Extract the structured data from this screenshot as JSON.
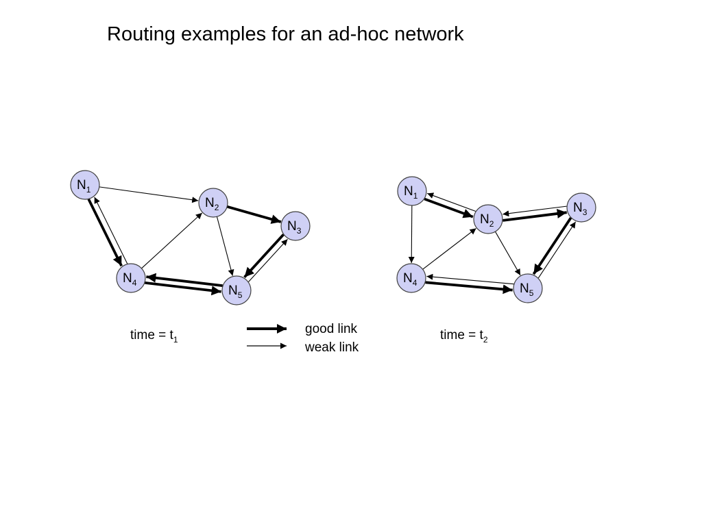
{
  "title": "Routing examples for an ad-hoc network",
  "node_label_prefix": "N",
  "diagrams": [
    {
      "caption_main": "time = t",
      "caption_sub": "1",
      "nodes": [
        {
          "id": "1",
          "label": "1"
        },
        {
          "id": "2",
          "label": "2"
        },
        {
          "id": "3",
          "label": "3"
        },
        {
          "id": "4",
          "label": "4"
        },
        {
          "id": "5",
          "label": "5"
        }
      ],
      "links": [
        {
          "from": "1",
          "to": "2",
          "quality": "weak"
        },
        {
          "from": "1",
          "to": "4",
          "quality": "good"
        },
        {
          "from": "4",
          "to": "1",
          "quality": "weak"
        },
        {
          "from": "4",
          "to": "2",
          "quality": "weak"
        },
        {
          "from": "2",
          "to": "3",
          "quality": "good"
        },
        {
          "from": "2",
          "to": "5",
          "quality": "weak"
        },
        {
          "from": "3",
          "to": "5",
          "quality": "good"
        },
        {
          "from": "5",
          "to": "3",
          "quality": "weak"
        },
        {
          "from": "5",
          "to": "4",
          "quality": "good"
        },
        {
          "from": "4",
          "to": "5",
          "quality": "good"
        }
      ]
    },
    {
      "caption_main": "time = t",
      "caption_sub": "2",
      "nodes": [
        {
          "id": "1",
          "label": "1"
        },
        {
          "id": "2",
          "label": "2"
        },
        {
          "id": "3",
          "label": "3"
        },
        {
          "id": "4",
          "label": "4"
        },
        {
          "id": "5",
          "label": "5"
        }
      ],
      "links": [
        {
          "from": "1",
          "to": "2",
          "quality": "good"
        },
        {
          "from": "2",
          "to": "1",
          "quality": "weak"
        },
        {
          "from": "1",
          "to": "4",
          "quality": "weak"
        },
        {
          "from": "2",
          "to": "3",
          "quality": "good"
        },
        {
          "from": "3",
          "to": "2",
          "quality": "weak"
        },
        {
          "from": "4",
          "to": "2",
          "quality": "weak"
        },
        {
          "from": "2",
          "to": "5",
          "quality": "weak"
        },
        {
          "from": "3",
          "to": "5",
          "quality": "good"
        },
        {
          "from": "5",
          "to": "3",
          "quality": "weak"
        },
        {
          "from": "5",
          "to": "4",
          "quality": "weak"
        },
        {
          "from": "4",
          "to": "5",
          "quality": "good"
        }
      ]
    }
  ],
  "legend": {
    "good_label": "good link",
    "weak_label": "weak link"
  },
  "colors": {
    "node_fill": "#cfd0f5",
    "node_stroke": "#404040",
    "link": "#000000"
  }
}
